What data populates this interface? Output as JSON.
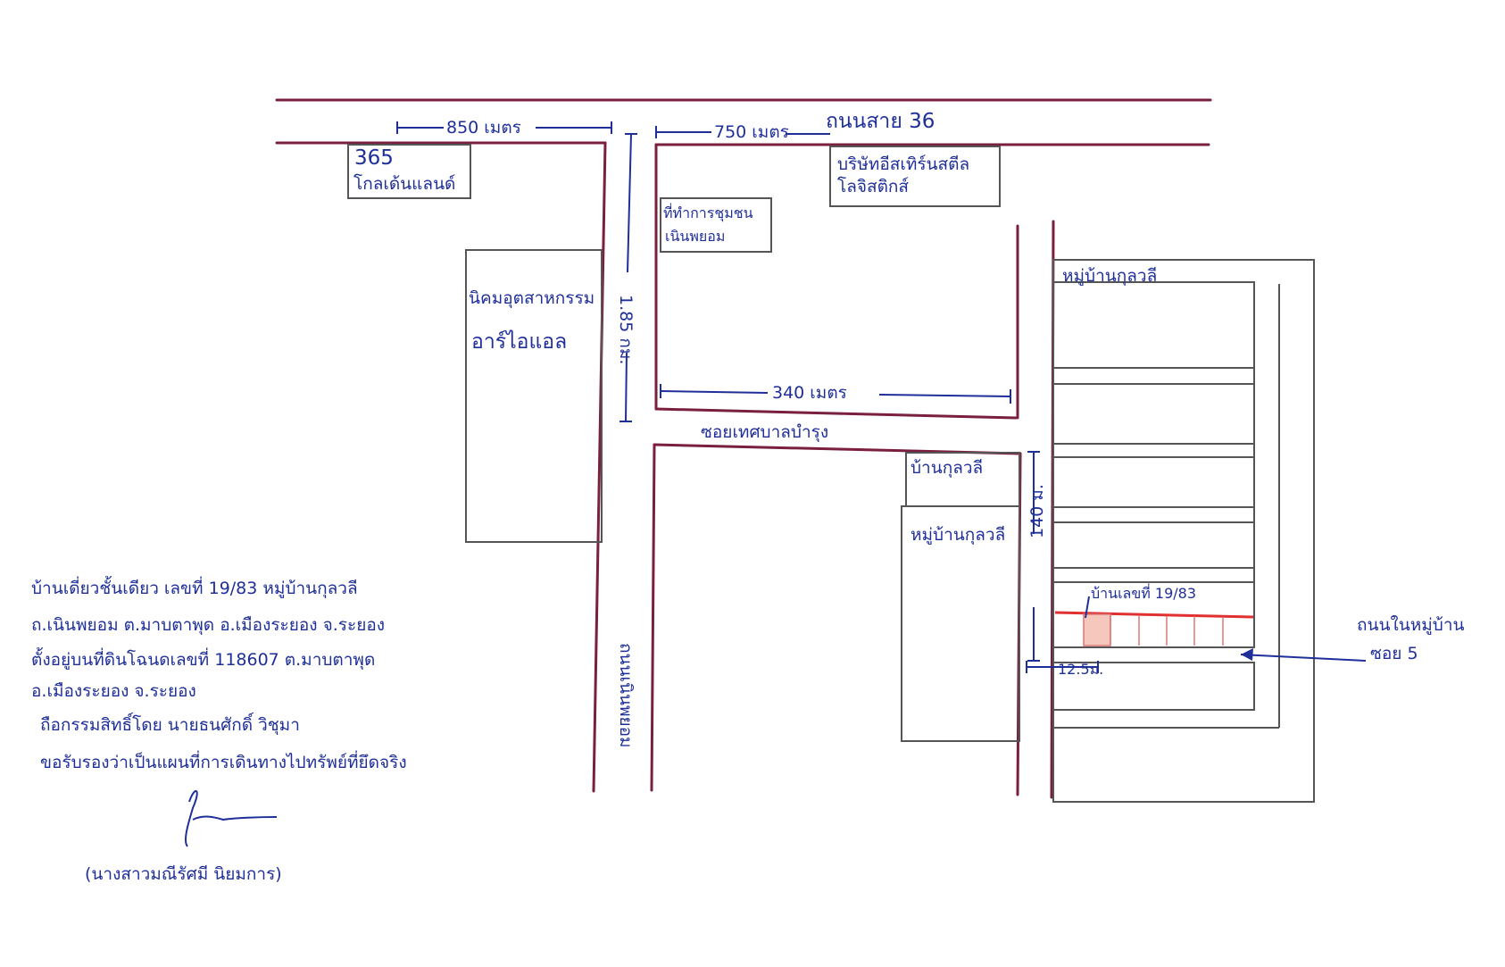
{
  "roads": {
    "highway_36": "ถนนสาย 36",
    "main_road": "ถนนเนินพยอม",
    "soi_thetsaban": "ซอยเทศบาลบำรุง",
    "village_road": "ถนนในหมู่บ้าน",
    "village_soi": "ซอย 5"
  },
  "distances": {
    "d850": "850 เมตร",
    "d750": "750 เมตร",
    "d340": "340 เมตร",
    "d185": "1.85 กม.",
    "d140": "140 ม.",
    "d12": "12.5ม."
  },
  "landmarks": {
    "golden_land_1": "365",
    "golden_land_2": "โกลเด้นแลนด์",
    "eastern_steel_1": "บริษัทอีสเทิร์นสตีล",
    "eastern_steel_2": "โลจิสติกส์",
    "community_1": "ที่ทำการชุมชน",
    "community_2": "เนินพยอม",
    "industrial_1": "นิคมอุตสาหกรรม",
    "industrial_2": "อาร์ไอแอล",
    "village_top": "หมู่บ้านกุลวลี",
    "village_house": "บ้านกุลวลี",
    "village_mid": "หมู่บ้านกุลวลี",
    "plot_label": "บ้านเลขที่ 19/83"
  },
  "notes": [
    "บ้านเดี่ยวชั้นเดียว เลขที่ 19/83 หมู่บ้านกุลวลี",
    "ถ.เนินพยอม ต.มาบตาพุด อ.เมืองระยอง จ.ระยอง",
    "ตั้งอยู่บนที่ดินโฉนดเลขที่ 118607 ต.มาบตาพุด",
    "อ.เมืองระยอง จ.ระยอง",
    "ถือกรรมสิทธิ์โดย นายธนศักดิ์ วิชุมา",
    "ขอรับรองว่าเป็นแผนที่การเดินทางไปทรัพย์ที่ยึดจริง"
  ],
  "signature_name": "(นางสาวมณีรัศมี นิยมการ)",
  "colors": {
    "road": "#7a1f3d",
    "ink": "#1f2f9a",
    "plot": "#f6c8bd"
  }
}
